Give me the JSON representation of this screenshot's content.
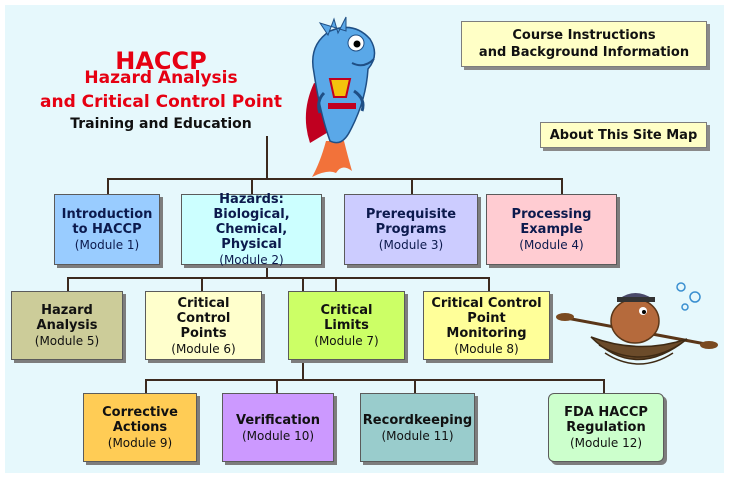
{
  "title": {
    "acronym": "HACCP",
    "line1": "Hazard Analysis",
    "line2": "and Critical Control Point",
    "line3": "Training and Education"
  },
  "info_buttons": {
    "course": {
      "line1": "Course Instructions",
      "line2": "and Background Information"
    },
    "about": "About This Site Map"
  },
  "row1": [
    {
      "l1": "Introduction",
      "l2": "to HACCP",
      "l3": "",
      "module": "(Module 1)",
      "color": "#99ccff"
    },
    {
      "l1": "Hazards:",
      "l2": "Biological, Chemical,",
      "l3": "Physical",
      "module": "(Module 2)",
      "color": "#ccffff"
    },
    {
      "l1": "Prerequisite",
      "l2": "Programs",
      "l3": "",
      "module": "(Module 3)",
      "color": "#ccccff"
    },
    {
      "l1": "Processing",
      "l2": "Example",
      "l3": "",
      "module": "(Module 4)",
      "color": "#ffccd2"
    }
  ],
  "row2": [
    {
      "l1": "Hazard",
      "l2": "Analysis",
      "module": "(Module 5)",
      "color": "#cccc99"
    },
    {
      "l1": "Critical Control",
      "l2": "Points",
      "module": "(Module 6)",
      "color": "#ffffcc"
    },
    {
      "l1": "Critical",
      "l2": "Limits",
      "module": "(Module 7)",
      "color": "#ccff66"
    },
    {
      "l1": "Critical Control",
      "l2": "Point Monitoring",
      "module": "(Module 8)",
      "color": "#ffff99"
    }
  ],
  "row3": [
    {
      "l1": "Corrective",
      "l2": "Actions",
      "module": "(Module 9)",
      "color": "#ffcc55"
    },
    {
      "l1": "Verification",
      "l2": "",
      "module": "(Module 10)",
      "color": "#cc99ff"
    },
    {
      "l1": "Recordkeeping",
      "l2": "",
      "module": "(Module 11)",
      "color": "#99cccc"
    },
    {
      "l1": "FDA HACCP",
      "l2": "Regulation",
      "module": "(Module 12)",
      "color": "#ccffcc"
    }
  ],
  "images": {
    "fish": "fish-mascot-icon",
    "rower": "rowing-fish-icon"
  }
}
